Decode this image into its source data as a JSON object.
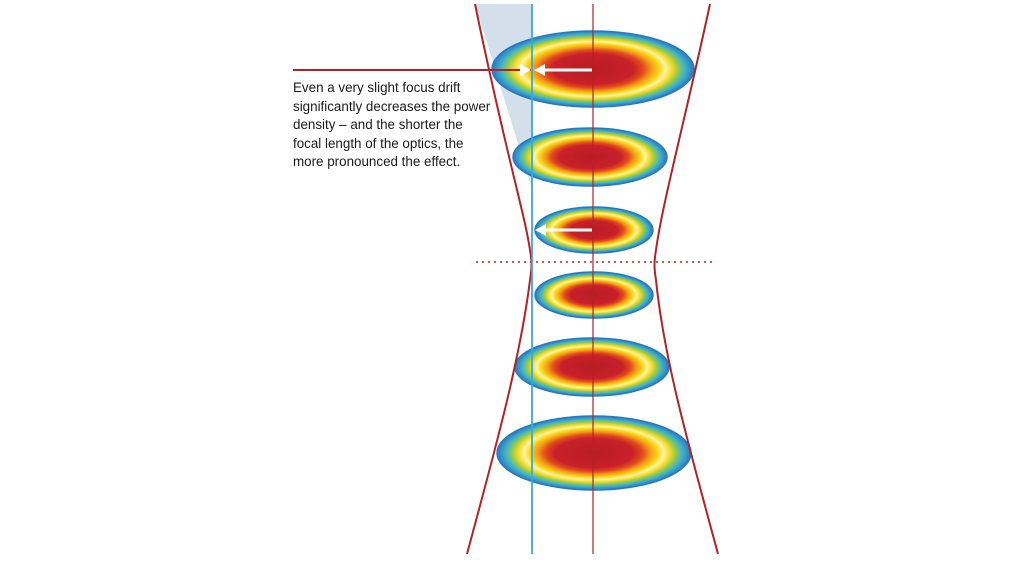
{
  "caption": "Even a very slight focus drift significantly decreases the power density – and the shorter the focal length of the optics, the more pronounced the effect.",
  "colors": {
    "beam_outline": "#b22226",
    "focus_drift_line": "#35a9e0",
    "drift_zone": "#d4dfec",
    "spot_core": "#b81d24",
    "spot_mid": "#f7d917",
    "spot_edge": "#2b78c2",
    "arrow": "#ffffff"
  },
  "spots": [
    {
      "level": "top",
      "relative_size": 1.0
    },
    {
      "level": "upper",
      "relative_size": 0.85
    },
    {
      "level": "near-focus-above",
      "relative_size": 0.65
    },
    {
      "level": "near-focus-below",
      "relative_size": 0.65
    },
    {
      "level": "lower",
      "relative_size": 0.85
    },
    {
      "level": "bottom",
      "relative_size": 1.0
    }
  ]
}
